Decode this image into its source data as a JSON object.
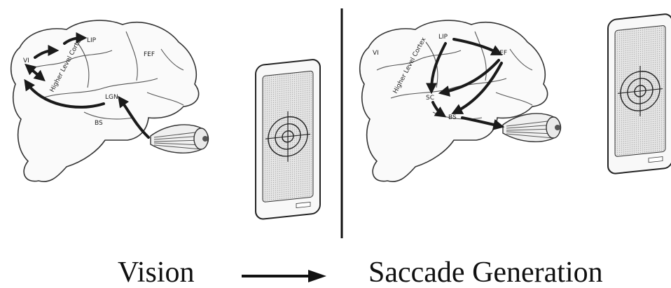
{
  "panels": {
    "vision": {
      "labels": {
        "v1": "VI",
        "lip": "LIP",
        "fef": "FEF",
        "higher": "Higher Level Cortex",
        "lgn": "LGN",
        "bs": "BS"
      },
      "caption": "Vision"
    },
    "saccade": {
      "labels": {
        "v1": "VI",
        "lip": "LIP",
        "fef": "FEF",
        "higher": "Higher Level Cortex",
        "sc": "SC",
        "bs": "BS"
      },
      "caption": "Saccade Generation"
    }
  },
  "colors": {
    "ink": "#1a1a1a",
    "screen": "#d9d9d9"
  }
}
